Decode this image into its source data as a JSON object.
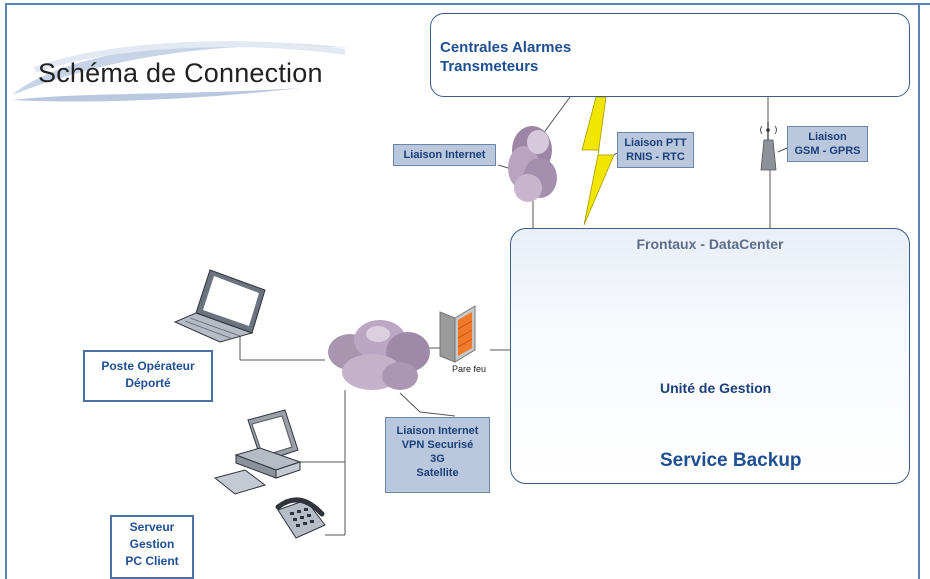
{
  "title": "Schéma de Connection",
  "alarms": {
    "title_line1": "Centrales Alarmes",
    "title_line2": "Transmeteurs"
  },
  "labels": {
    "internet_top": "Liaison Internet",
    "ptt_line1": "Liaison PTT",
    "ptt_line2": "RNIS - RTC",
    "gsm_line1": "Liaison",
    "gsm_line2": "GSM - GPRS",
    "vpn_line1": "Liaison Internet",
    "vpn_line2": "VPN Securisé",
    "vpn_line3": "3G",
    "vpn_line4": "Satellite"
  },
  "datacenter": {
    "title": "Frontaux - DataCenter",
    "unit_label": "Unité de Gestion",
    "backup_label": "Service Backup"
  },
  "firewall": {
    "label": "Pare feu"
  },
  "poste": {
    "line1": "Poste Opérateur",
    "line2": "Déporté"
  },
  "serveur": {
    "line1": "Serveur",
    "line2": "Gestion",
    "line3": "PC Client"
  },
  "colors": {
    "frame": "#5a83b3",
    "accent_text": "#1f4f93",
    "label_fill": "#b9c8dc",
    "lightning": "#f2e600",
    "firewall": "#f07a2a"
  }
}
